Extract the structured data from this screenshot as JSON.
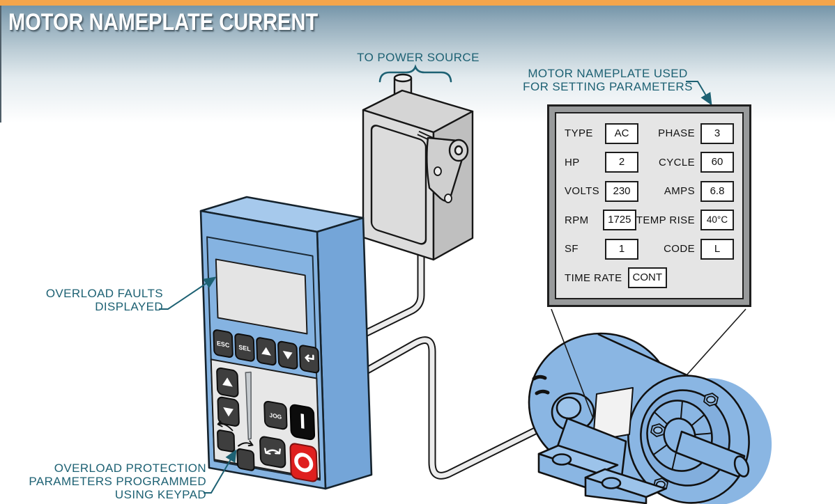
{
  "header": {
    "title": "MOTOR NAMEPLATE CURRENT"
  },
  "callouts": {
    "power_source": "TO POWER SOURCE",
    "nameplate_note": {
      "line1": "MOTOR NAMEPLATE USED",
      "line2": "FOR SETTING PARAMETERS"
    },
    "display_note": {
      "line1": "OVERLOAD FAULTS",
      "line2": "DISPLAYED"
    },
    "keypad_note": {
      "line1": "OVERLOAD PROTECTION",
      "line2": "PARAMETERS PROGRAMMED",
      "line3": "USING KEYPAD"
    }
  },
  "nameplate": {
    "rows": [
      {
        "left_label": "TYPE",
        "left_value": "AC",
        "right_label": "PHASE",
        "right_value": "3"
      },
      {
        "left_label": "HP",
        "left_value": "2",
        "right_label": "CYCLE",
        "right_value": "60"
      },
      {
        "left_label": "VOLTS",
        "left_value": "230",
        "right_label": "AMPS",
        "right_value": "6.8"
      },
      {
        "left_label": "RPM",
        "left_value": "1725",
        "right_label": "TEMP RISE",
        "right_value": "40°C"
      },
      {
        "left_label": "SF",
        "left_value": "1",
        "right_label": "CODE",
        "right_value": "L"
      }
    ],
    "bottom": {
      "label": "TIME RATE",
      "value": "CONT"
    }
  },
  "keypad": {
    "keys": {
      "esc": "ESC",
      "sel": "SEL",
      "jog": "JOG"
    },
    "icons": {
      "up": "▲",
      "down": "▼",
      "enter": "↵",
      "start": "I-bar",
      "stop": "O-ring",
      "reverse": "curved-arrow-left",
      "program": "curved-arrow-right",
      "direction": "curved-double-arrow"
    }
  },
  "colors": {
    "accent_teal": "#1D6173",
    "top_stripe_orange": "#F3A54C",
    "header_blue": "#7495A9",
    "device_blue": "#85B3E1",
    "motor_blue": "#8AB6E3",
    "key_dark": "#3E3E3E",
    "stop_red": "#DF1F1E",
    "panel_gray": "#E7E7E7",
    "nameplate_gray": "#E5E5E5",
    "cable_gray": "#ECECEC"
  }
}
